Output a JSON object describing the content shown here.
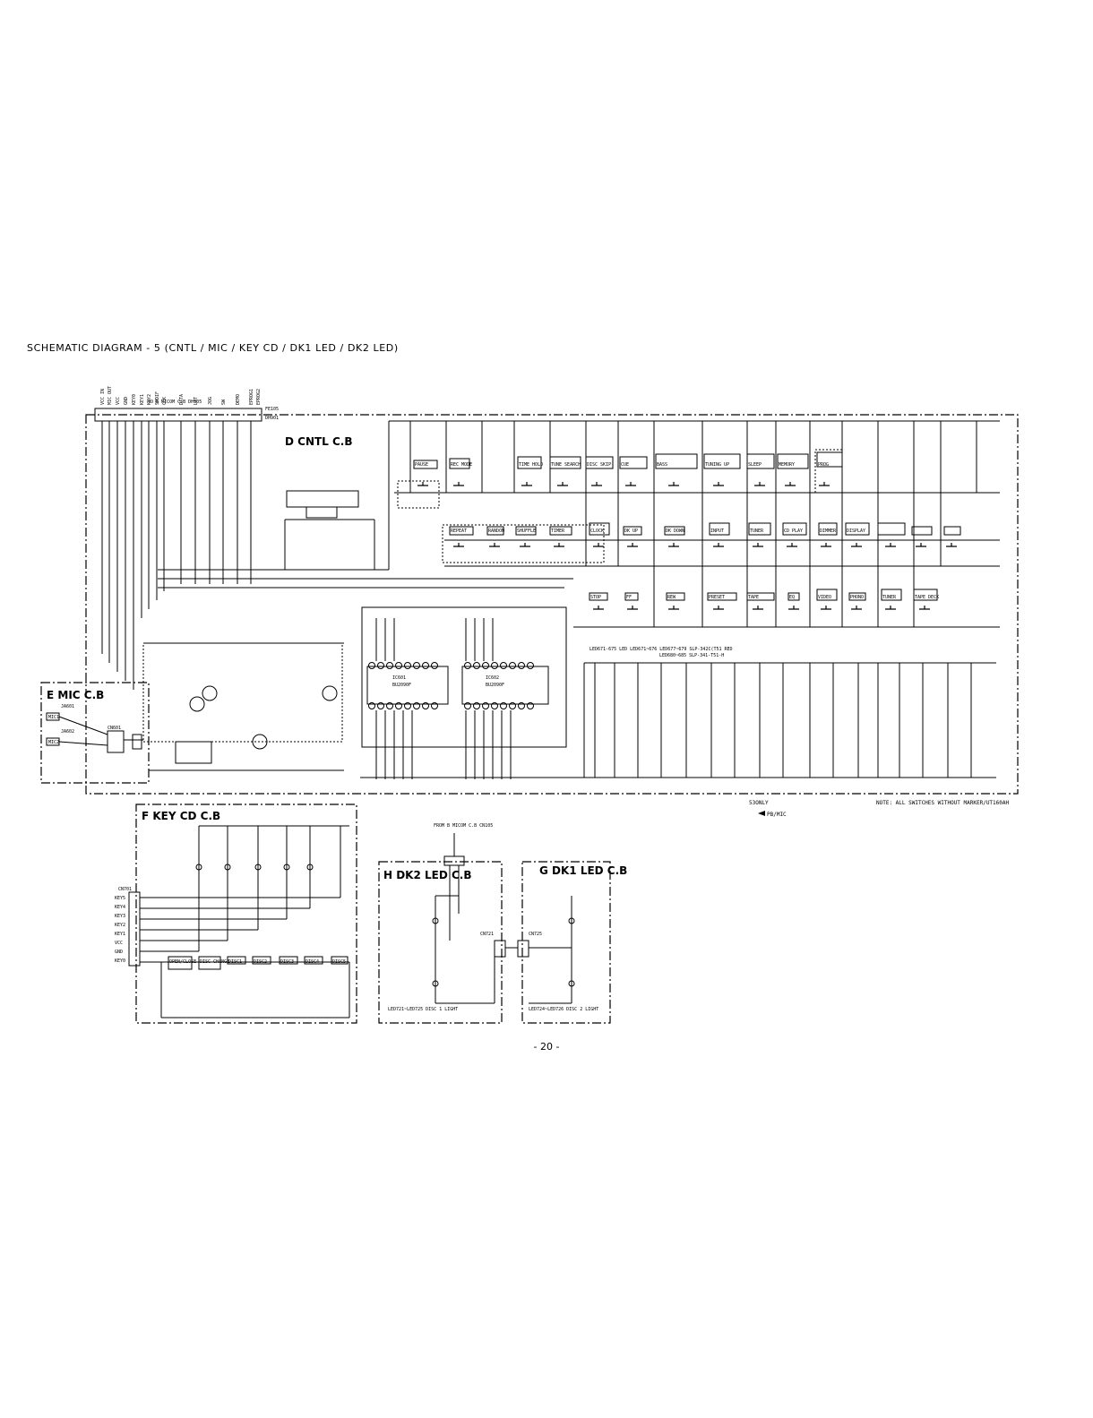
{
  "title": "SCHEMATIC DIAGRAM - 5 (CNTL / MIC / KEY CD / DK1 LED / DK2 LED)",
  "page_number": "- 20 -",
  "connector_top": {
    "label": "TO B MICOM C.B DH105",
    "ref": "FE105",
    "sub_ref": "DH901",
    "pins": [
      "VCC IN",
      "MIC OUT",
      "VCC",
      "GND",
      "KEY0",
      "KEY1",
      "KEY2",
      "SPDIF",
      "CLK",
      "DATA",
      "LAT",
      "JOG",
      "SW",
      "DEMO",
      "EPROG1",
      "EPROG2"
    ]
  },
  "boards": {
    "cntl": "D CNTL C.B",
    "mic": "E MIC C.B",
    "keycd": "F KEY CD C.B",
    "dk2": "H DK2 LED C.B",
    "dk1": "G DK1 LED C.B"
  },
  "cntl_switches_row1": [
    "PAUSE",
    "REC MODE",
    "TIME HOLD",
    "TUNE SEARCH",
    "DISC SKIP",
    "CUE",
    "BASS",
    "TUNING UP",
    "SLEEP",
    "MEMORY",
    "PROG"
  ],
  "cntl_switches_row2": [
    "REPEAT",
    "RANDOM",
    "SHUFFLE",
    "TIMER",
    "CLOCK",
    "DK UP",
    "DK DOWN",
    "INPUT",
    "TUNER",
    "CD PLAY",
    "DIMMER",
    "DISPLAY"
  ],
  "cntl_switches_row3": [
    "STOP",
    "FF",
    "REW",
    "PRESET",
    "TAPE",
    "EQ",
    "VIDEO",
    "PHONO",
    "TUNER",
    "TAPE DECK"
  ],
  "ics": [
    {
      "ref": "IC601",
      "part": "BU2090F"
    },
    {
      "ref": "IC602",
      "part": "BU2090F"
    }
  ],
  "led_notes": {
    "line1": "LED671-675  LED  LED671~676 LED677~679 SLP-342C(T51 RED",
    "line2": "LED680~685 SLP-341-T51-H"
  },
  "bottom_notes": {
    "left": "53ONLY",
    "arrow": "PB/MIC",
    "right": "NOTE: ALL SWITCHES WITHOUT MARKER/UT160AH"
  },
  "mic_parts": [
    "JA601",
    "JA602",
    "MIC1",
    "MIC2",
    "CN601"
  ],
  "keycd_ref": "CN701",
  "keycd_pins": [
    "KEY5",
    "KEY4",
    "KEY3",
    "KEY2",
    "KEY1",
    "VCC",
    "GND",
    "KEY0"
  ],
  "keycd_buttons": [
    "OPEN/CLOSE",
    "DISC CHANGE",
    "DISC1",
    "DISC2",
    "DISC3",
    "DISC4",
    "DISC5"
  ],
  "dk2_ref": "CN721",
  "dk1_ref": "CN725",
  "from_label": "FROM B MICOM C.B CN105",
  "dk_led_notes": [
    "LED721~LED725 DISC 1 LIGHT",
    "LED724~LED726 DISC 2 LIGHT"
  ]
}
